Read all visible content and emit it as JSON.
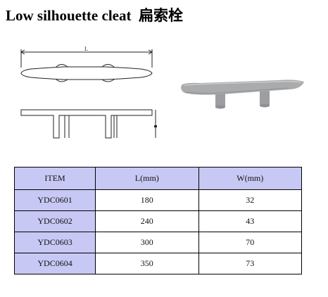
{
  "title": {
    "text_en": "Low silhouette cleat",
    "text_cn": "扁索栓"
  },
  "drawing": {
    "dimension_label": "L"
  },
  "table": {
    "headers": [
      "ITEM",
      "L(mm)",
      "W(mm)"
    ],
    "rows": [
      [
        "YDC0601",
        "180",
        "32"
      ],
      [
        "YDC0602",
        "240",
        "43"
      ],
      [
        "YDC0603",
        "300",
        "70"
      ],
      [
        "YDC0604",
        "350",
        "73"
      ]
    ]
  },
  "colors": {
    "table_header_bg": "#c8c8f4",
    "cleat_photo_gray": "#a9abad"
  }
}
